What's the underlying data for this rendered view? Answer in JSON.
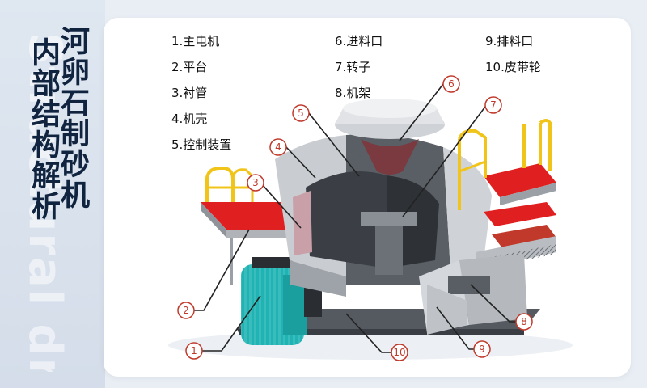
{
  "title": {
    "line1": "河卵石制砂机",
    "line2": "内部结构解析"
  },
  "watermark": "Structural drawing",
  "legend": [
    {
      "label": "1.主电机"
    },
    {
      "label": "2.平台"
    },
    {
      "label": "3.衬管"
    },
    {
      "label": "4.机壳"
    },
    {
      "label": "5.控制装置"
    },
    {
      "label": "6.进料口"
    },
    {
      "label": "7.转子"
    },
    {
      "label": "8.机架"
    },
    {
      "label": "9.排料口"
    },
    {
      "label": "10.皮带轮"
    }
  ],
  "callouts": [
    "1",
    "2",
    "3",
    "4",
    "5",
    "6",
    "7",
    "8",
    "9",
    "10"
  ],
  "colors": {
    "accent_red": "#c0392b",
    "platform_red": "#e02020",
    "motor_teal": "#1fb3b3",
    "rail_yellow": "#f0c419",
    "metal_gray": "#b9bcc1"
  }
}
